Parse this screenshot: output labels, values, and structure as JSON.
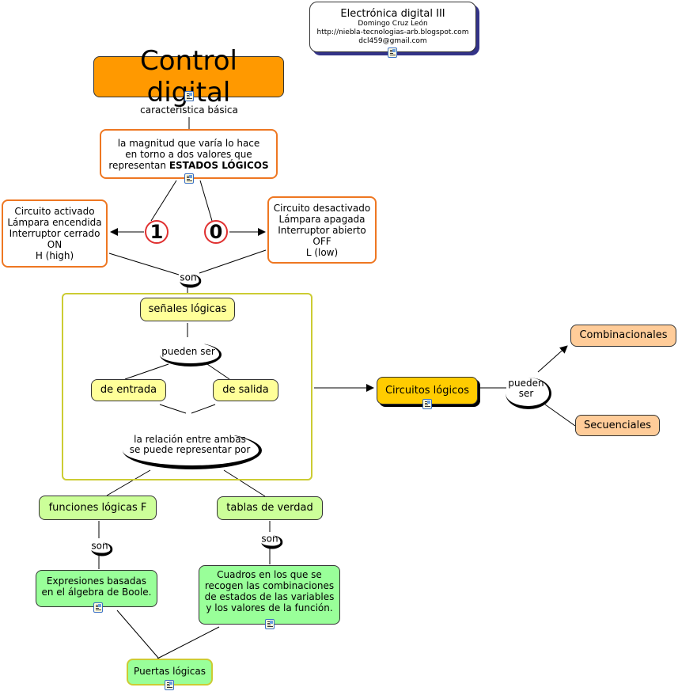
{
  "info": {
    "title": "Electrónica digital III",
    "author": "Domingo Cruz León",
    "url": "http://niebla-tecnologias-arb.blogspot.com",
    "email": "dcl459@gmail.com"
  },
  "nodes": {
    "control_digital": "Control digital",
    "estados_line1": "la magnitud que varía lo hace",
    "estados_line2": "en torno a dos valores que",
    "estados_line3_pre": "representan ",
    "estados_line3_bold": "ESTADOS LÓGICOS",
    "one": "1",
    "zero": "0",
    "activado": [
      "Circuito activado",
      "Lámpara encendida",
      "Interruptor cerrado",
      "ON",
      "H (high)"
    ],
    "desactivado": [
      "Circuito desactivado",
      "Lámpara apagada",
      "Interruptor abierto",
      "OFF",
      "L (low)"
    ],
    "senales": "señales lógicas",
    "entrada": "de entrada",
    "salida": "de salida",
    "circuitos": "Circuitos lógicos",
    "combinacionales": "Combinacionales",
    "secuenciales": "Secuenciales",
    "funciones": "funciones lógicas F",
    "tablas": "tablas de verdad",
    "expresiones": [
      "Expresiones basadas",
      "en el álgebra de Boole."
    ],
    "cuadros": [
      "Cuadros en los que se",
      "recogen las combinaciones",
      "de estados de las variables",
      "y los valores de la función."
    ],
    "puertas": "Puertas lógicas"
  },
  "links": {
    "caracteristica": "característica básica",
    "son": "son",
    "pueden_ser": "pueden ser",
    "pueden": "pueden",
    "ser": "ser",
    "relacion1": "la relación entre ambas",
    "relacion2": "se puede representar por"
  },
  "colors": {
    "orange": "#ff9900",
    "orange_border": "#ee7722",
    "yellow": "#ffff99",
    "gold": "#ffcc00",
    "peach": "#ffcc99",
    "lime": "#ccff99",
    "green": "#99ff99",
    "olive_border": "#cccc33",
    "navy_shadow": "#333388"
  }
}
